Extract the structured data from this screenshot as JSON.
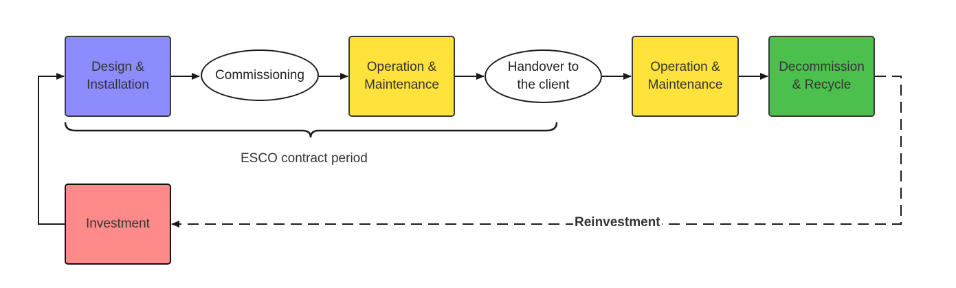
{
  "nodes": {
    "design": {
      "label": "Design &\nInstallation",
      "color": "#8c8cff"
    },
    "commissioning": {
      "label": "Commissioning"
    },
    "operation1": {
      "label": "Operation &\nMaintenance",
      "color": "#ffe23c"
    },
    "handover": {
      "label": "Handover to\nthe client"
    },
    "operation2": {
      "label": "Operation &\nMaintenance",
      "color": "#ffe23c"
    },
    "decommission": {
      "label": "Decommission\n& Recycle",
      "color": "#4cc04c"
    },
    "investment": {
      "label": "Investment",
      "color": "#ff8a8a"
    }
  },
  "brace_label": "ESCO contract period",
  "edge_label": "Reinvestment"
}
